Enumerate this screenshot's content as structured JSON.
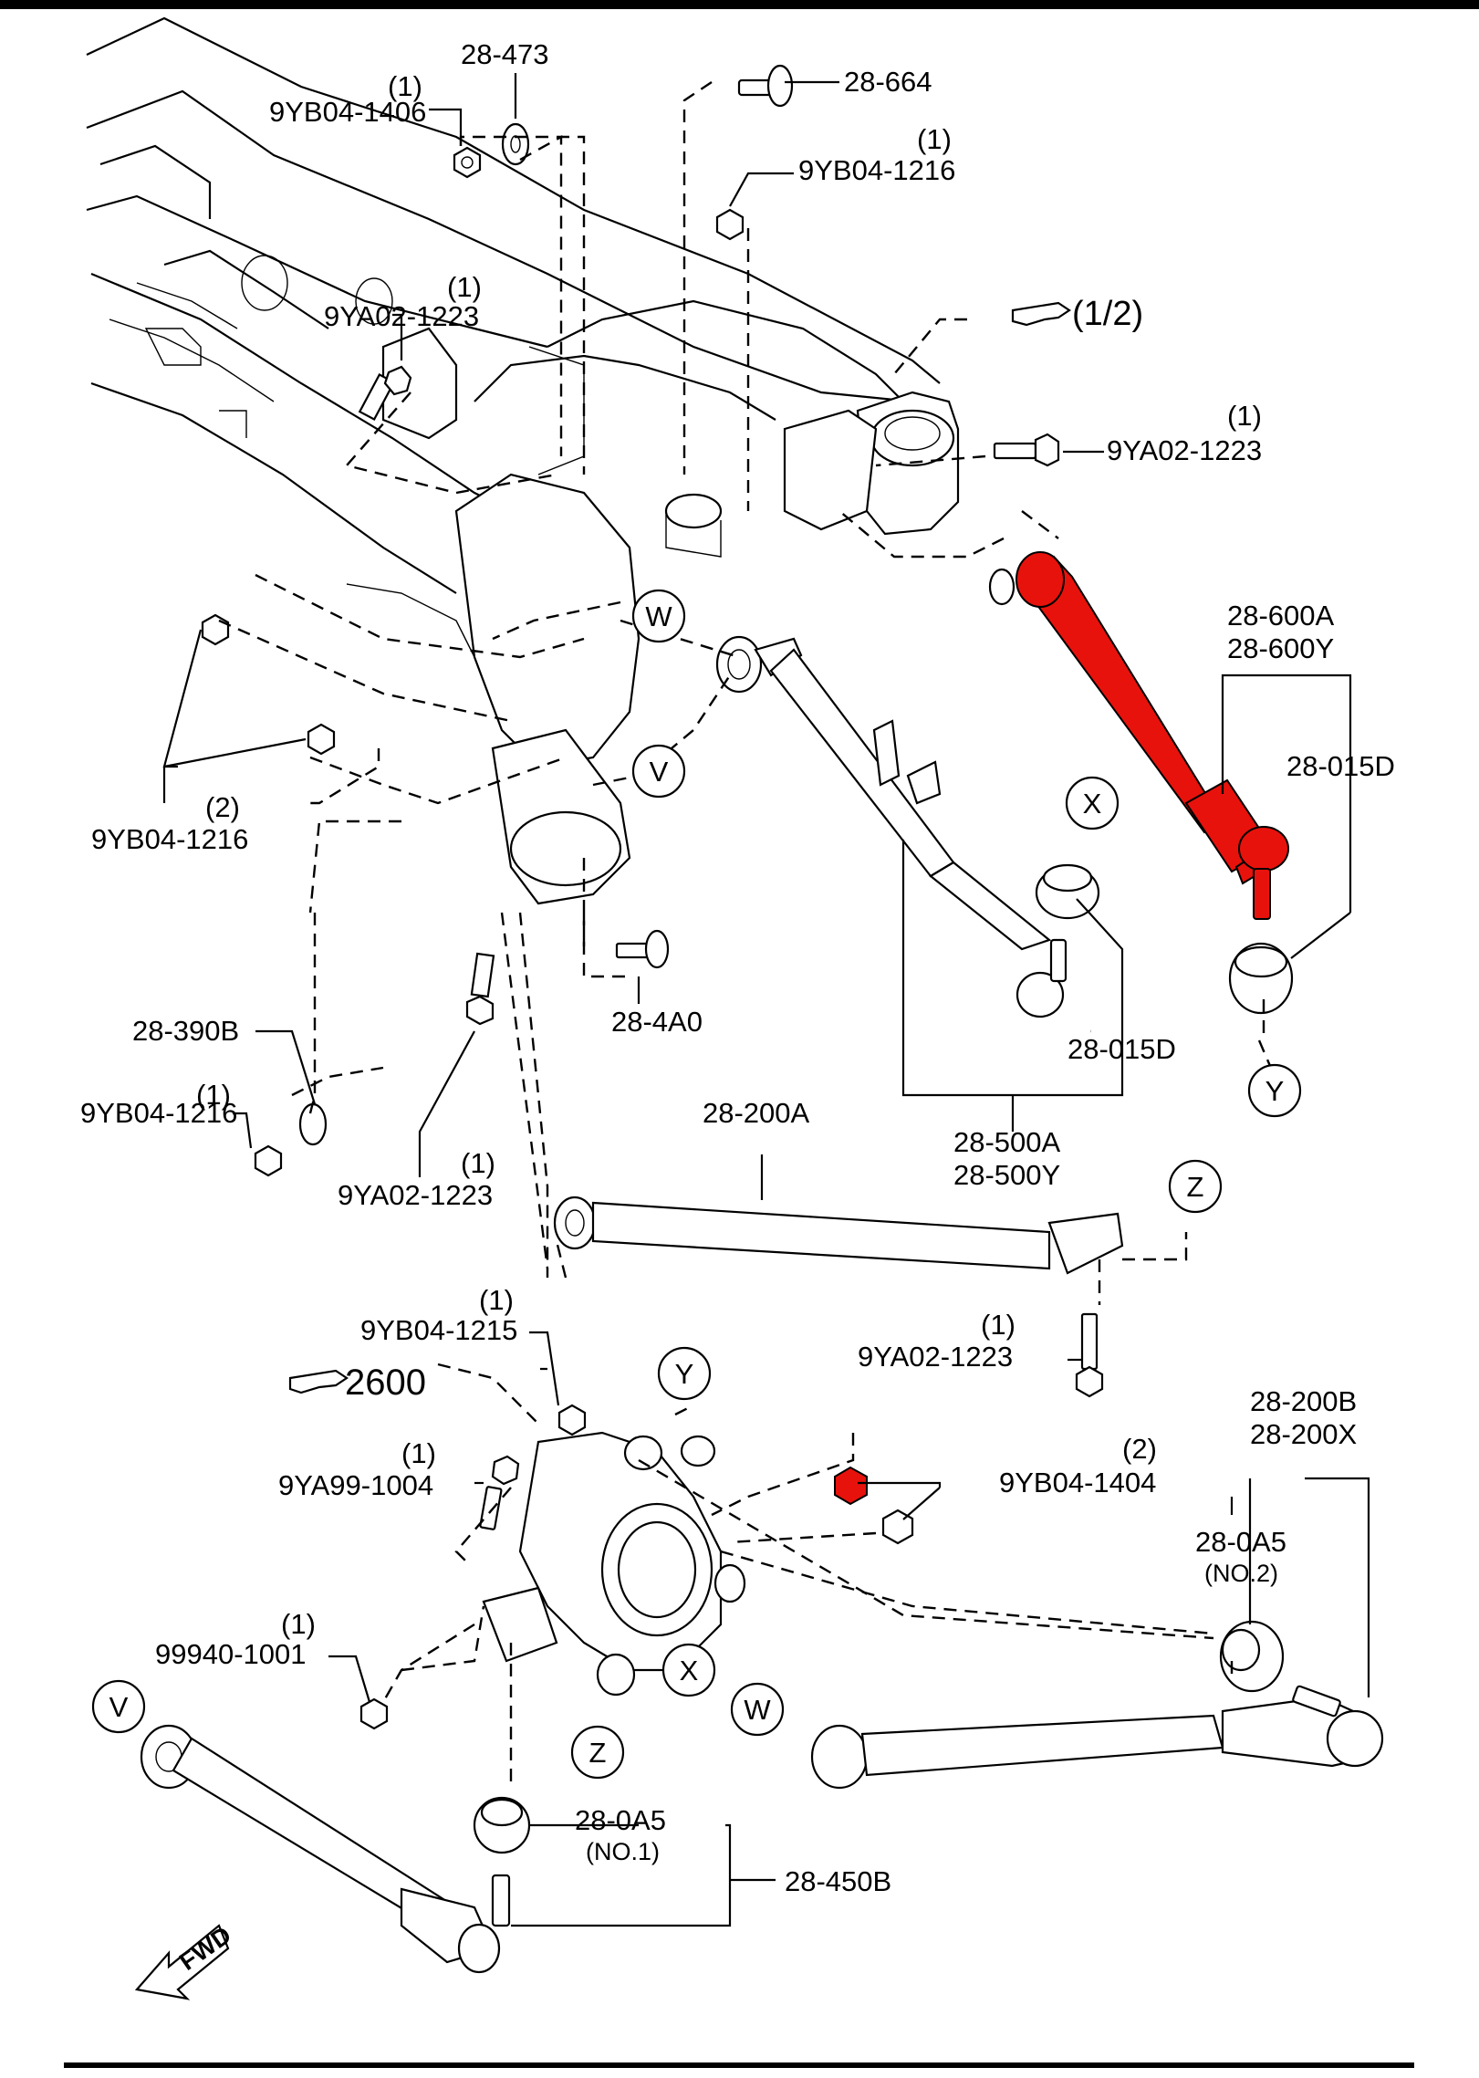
{
  "colors": {
    "highlight": "#e8120c",
    "line": "#000000",
    "background": "#ffffff"
  },
  "labels": {
    "l_28_473": "28-473",
    "l_9yb04_1406_qty": "(1)",
    "l_9yb04_1406": "9YB04-1406",
    "l_28_664": "28-664",
    "l_9yb04_1216_top_qty": "(1)",
    "l_9yb04_1216_top": "9YB04-1216",
    "l_9ya02_1223_a_qty": "(1)",
    "l_9ya02_1223_a": "9YA02-1223",
    "l_ref_1_2": "(1/2)",
    "l_9ya02_1223_b_qty": "(1)",
    "l_9ya02_1223_b": "9YA02-1223",
    "l_28_600a": "28-600A",
    "l_28_600y": "28-600Y",
    "l_28_015d_right": "28-015D",
    "l_9yb04_1216_left_qty": "(2)",
    "l_9yb04_1216_left": "9YB04-1216",
    "l_28_4a0": "28-4A0",
    "l_28_015d_mid": "28-015D",
    "l_28_390b": "28-390B",
    "l_9yb04_1216_b_qty": "(1)",
    "l_9yb04_1216_b": "9YB04-1216",
    "l_9ya02_1223_c_qty": "(1)",
    "l_9ya02_1223_c": "9YA02-1223",
    "l_28_200a": "28-200A",
    "l_28_500a": "28-500A",
    "l_28_500y": "28-500Y",
    "l_9yb04_1215_qty": "(1)",
    "l_9yb04_1215": "9YB04-1215",
    "l_9ya02_1223_d_qty": "(1)",
    "l_9ya02_1223_d": "9YA02-1223",
    "l_ref_2600": "2600",
    "l_9ya99_1004_qty": "(1)",
    "l_9ya99_1004": "9YA99-1004",
    "l_9yb04_1404_qty": "(2)",
    "l_9yb04_1404": "9YB04-1404",
    "l_28_200b": "28-200B",
    "l_28_200x": "28-200X",
    "l_28_0a5_no2": "28-0A5",
    "l_no2": "(NO.2)",
    "l_99940_1001_qty": "(1)",
    "l_99940_1001": "99940-1001",
    "l_28_0a5_no1": "28-0A5",
    "l_no1": "(NO.1)",
    "l_28_450b": "28-450B",
    "l_fwd": "FWD"
  },
  "callouts": {
    "W_top": "W",
    "V_top": "V",
    "X_top": "X",
    "Y_top": "Y",
    "Z_top": "Z",
    "Y_low": "Y",
    "X_low": "X",
    "Z_low": "Z",
    "V_low": "V",
    "W_low": "W"
  }
}
